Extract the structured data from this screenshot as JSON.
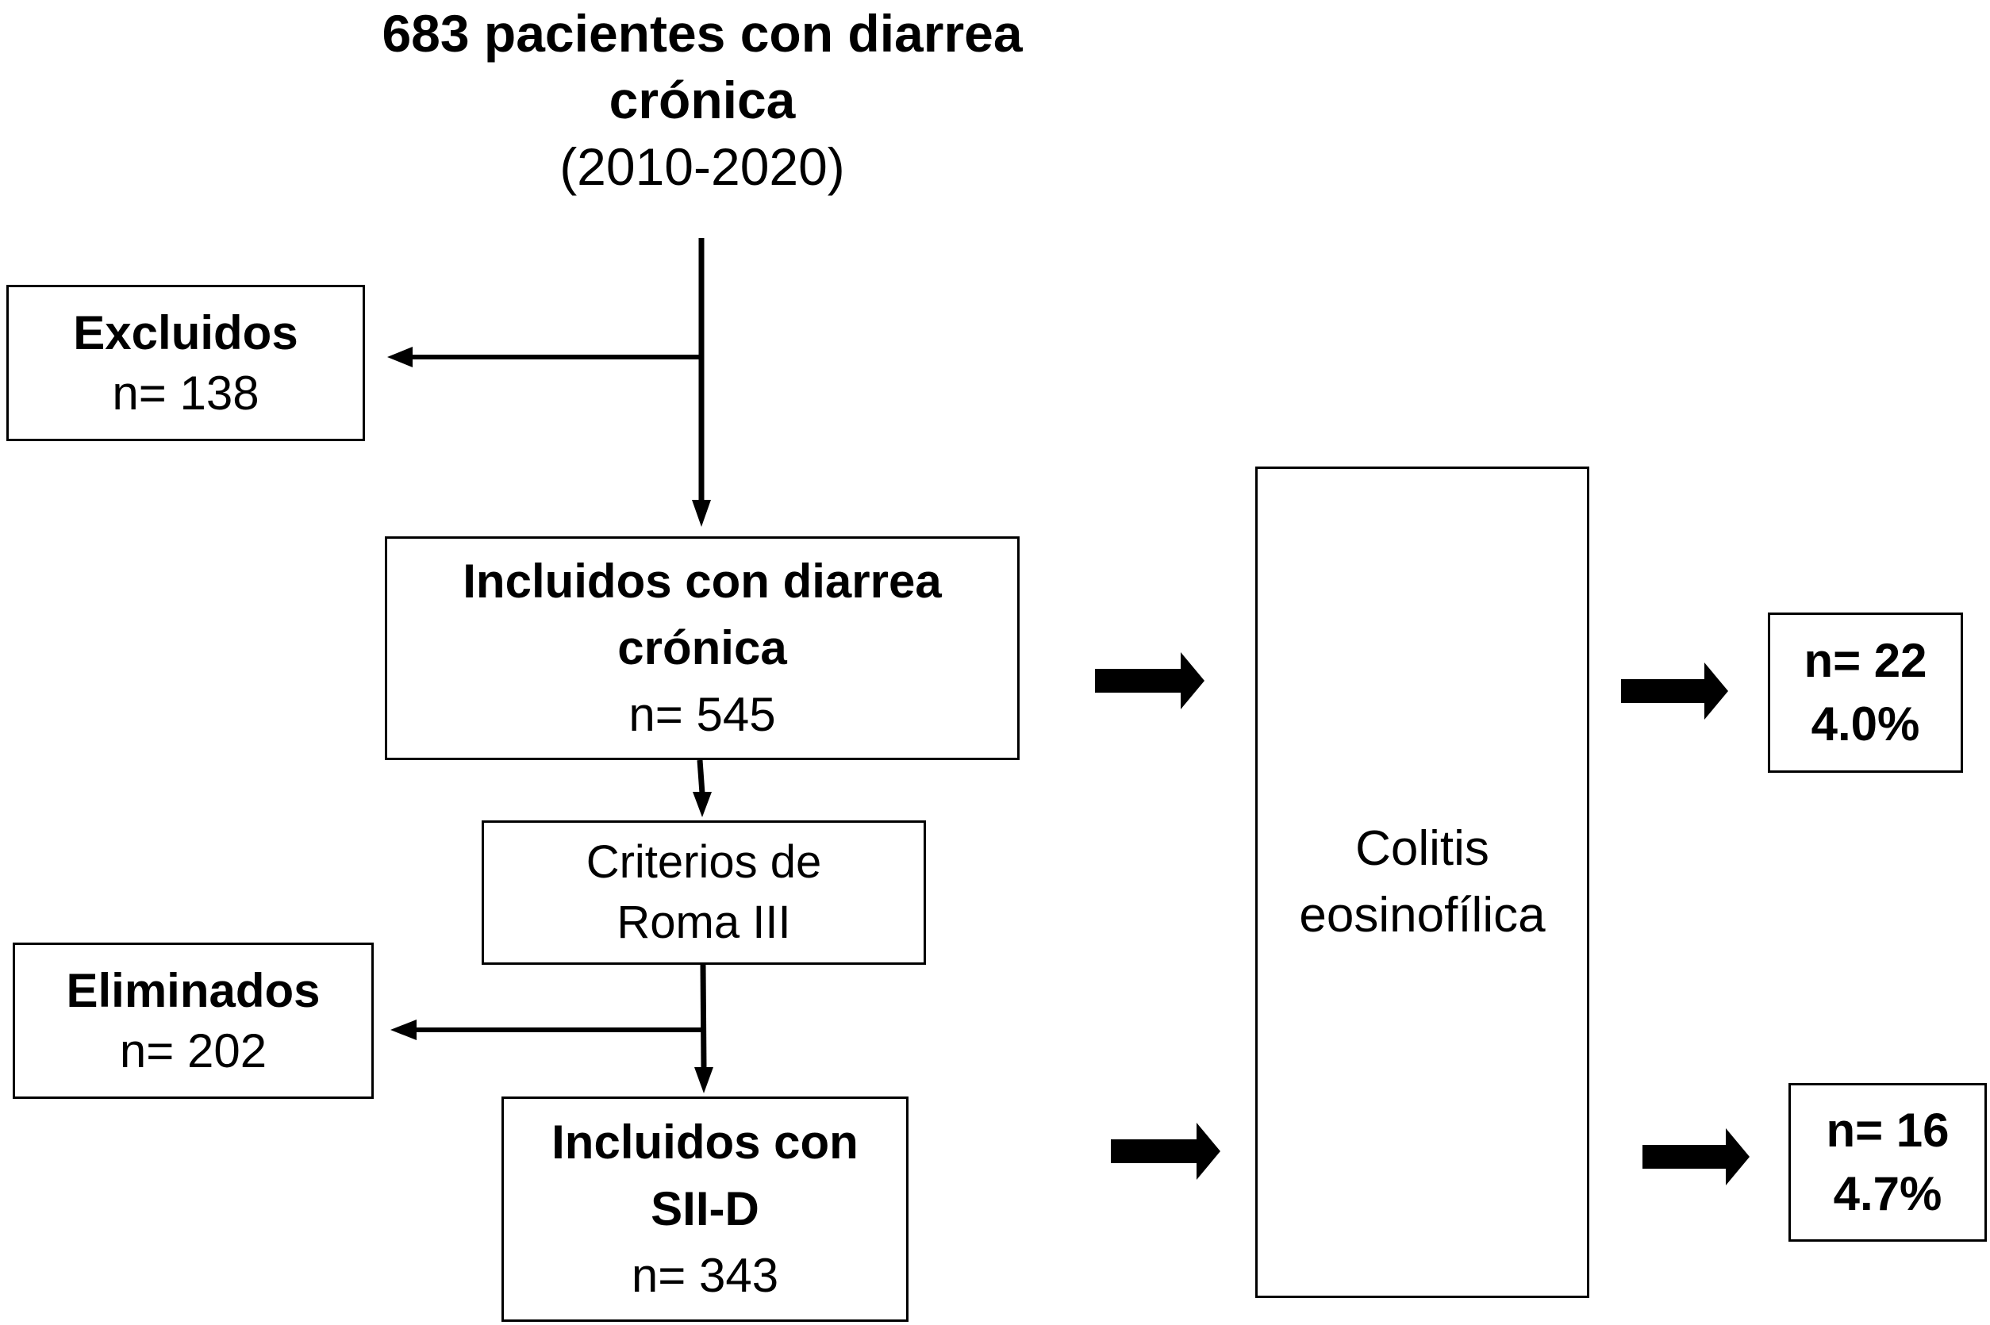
{
  "title": {
    "line1": "683 pacientes con diarrea",
    "line2": "crónica",
    "period": "(2010-2020)"
  },
  "excluidos": {
    "label": "Excluidos",
    "n": "n= 138"
  },
  "incluidos": {
    "line1": "Incluidos con diarrea",
    "line2": "crónica",
    "n": "n= 545"
  },
  "roma": {
    "line1": "Criterios de",
    "line2": "Roma III"
  },
  "eliminados": {
    "label": "Eliminados",
    "n": "n= 202"
  },
  "sii": {
    "line1": "Incluidos con",
    "line2": "SII-D",
    "n": "n= 343"
  },
  "colitis": {
    "line1": "Colitis",
    "line2": "eosinofílica"
  },
  "result_diarrea": {
    "n": "n= 22",
    "pct": "4.0%"
  },
  "result_sii": {
    "n": "n= 16",
    "pct": "4.7%"
  }
}
